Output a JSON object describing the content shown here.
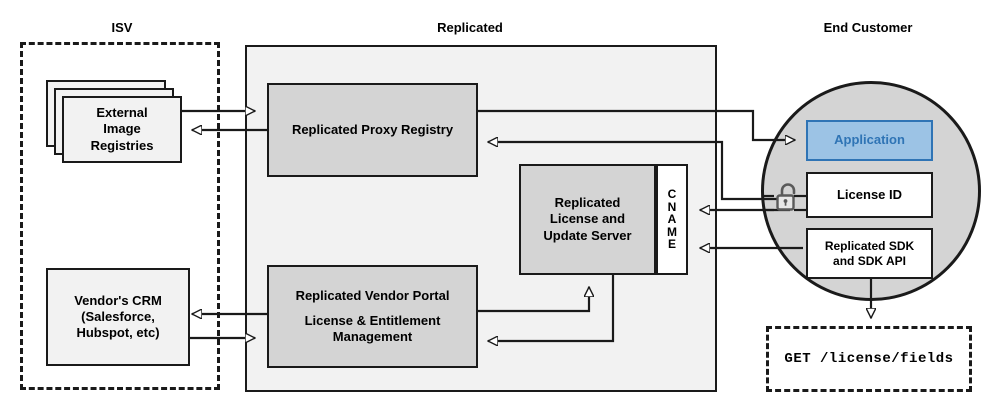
{
  "zones": {
    "isv": {
      "label": "ISV"
    },
    "replicated": {
      "label": "Replicated"
    },
    "end_customer": {
      "label": "End Customer"
    }
  },
  "nodes": {
    "external_image_registries": {
      "lines": [
        "External",
        "Image",
        "Registries"
      ]
    },
    "vendors_crm": {
      "lines": [
        "Vendor's CRM",
        "(Salesforce,",
        "Hubspot, etc)"
      ]
    },
    "replicated_proxy_registry": {
      "lines": [
        "Replicated Proxy Registry"
      ]
    },
    "replicated_license_update_server": {
      "lines": [
        "Replicated",
        "License and",
        "Update Server"
      ]
    },
    "cname_strip": {
      "letters": [
        "C",
        "N",
        "A",
        "M",
        "E"
      ]
    },
    "replicated_vendor_portal": {
      "title": "Replicated Vendor Portal",
      "subtitle_lines": [
        "License & Entitlement",
        "Management"
      ]
    },
    "application": {
      "label": "Application"
    },
    "license_id": {
      "label": "License ID"
    },
    "replicated_sdk": {
      "lines": [
        "Replicated SDK",
        "and SDK API"
      ]
    },
    "api_request": {
      "label": "GET /license/fields"
    }
  },
  "icons": {
    "padlock": "unlocked-padlock-icon"
  },
  "colors": {
    "stroke": "#1a1a1a",
    "node_fill": "#d4d4d4",
    "light_fill": "#f2f2f2",
    "white_fill": "#ffffff",
    "circle_fill": "#d4d4d4",
    "app_fill": "#9cc3e5",
    "app_stroke": "#2f74b5",
    "app_text": "#2f74b5"
  }
}
